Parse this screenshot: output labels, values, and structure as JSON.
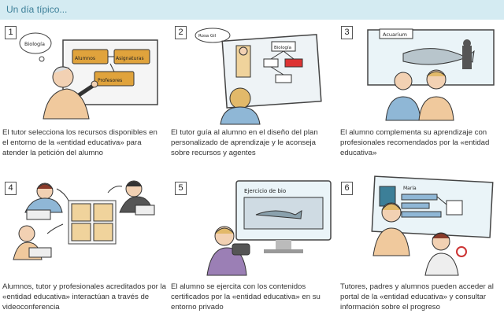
{
  "header": {
    "title": "Un día típico..."
  },
  "panels": [
    {
      "number": "1",
      "caption": "El tutor selecciona los recursos disponibles en el entorno de la «entidad educativa» para atender la petición del alumno",
      "thought": "Biología",
      "boxes": [
        "Alumnos",
        "Asignaturas",
        "Profesores"
      ]
    },
    {
      "number": "2",
      "caption": "El tutor guía al alumno en el diseño del plan personalizado de aprendizaje y le aconseja sobre recursos y agentes",
      "contact": "Rosa Gil",
      "node": "Biología"
    },
    {
      "number": "3",
      "caption": "El alumno complementa su aprendizaje con profesionales recomendados por la «entidad educativa»",
      "sign": "Acuarium"
    },
    {
      "number": "4",
      "caption": "Alumnos, tutor y profesionales acreditados por la «entidad educativa» interactúan a través de videoconferencia"
    },
    {
      "number": "5",
      "caption": "El alumno se ejercita con los contenidos certificados por la «entidad educativa» en su entorno privado",
      "screen_title": "Ejercicio de bio"
    },
    {
      "number": "6",
      "caption": "Tutores, padres y alumnos pueden acceder al portal de la «entidad educativa» y consultar información sobre el progreso",
      "portal_label": "María"
    }
  ]
}
